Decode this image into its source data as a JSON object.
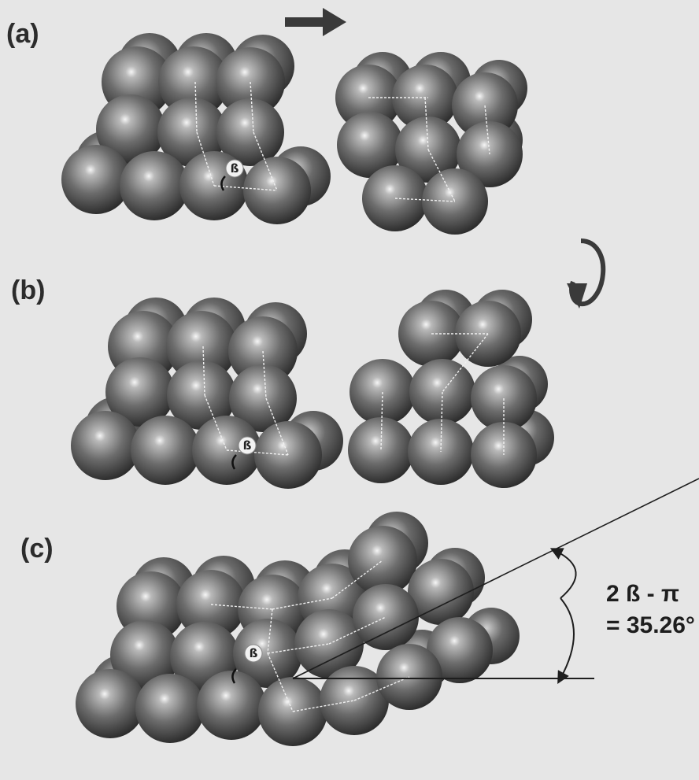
{
  "panels": {
    "a": {
      "label": "(a)",
      "angle_symbol": "ß"
    },
    "b": {
      "label": "(b)",
      "angle_symbol": "ß"
    },
    "c": {
      "label": "(c)",
      "angle_symbol": "ß"
    }
  },
  "annotation": {
    "line1": "2 ß - π",
    "line2": "= 35.26°"
  },
  "colors": {
    "background": "#e6e6e6",
    "sphere_dark": "#2a2a2a",
    "sphere_light": "#f4f4f4",
    "arrow": "#3a3a3a"
  },
  "icons": {
    "translate_arrow": "right-arrow-icon",
    "rotate_arrow": "rotation-arrow-icon"
  }
}
